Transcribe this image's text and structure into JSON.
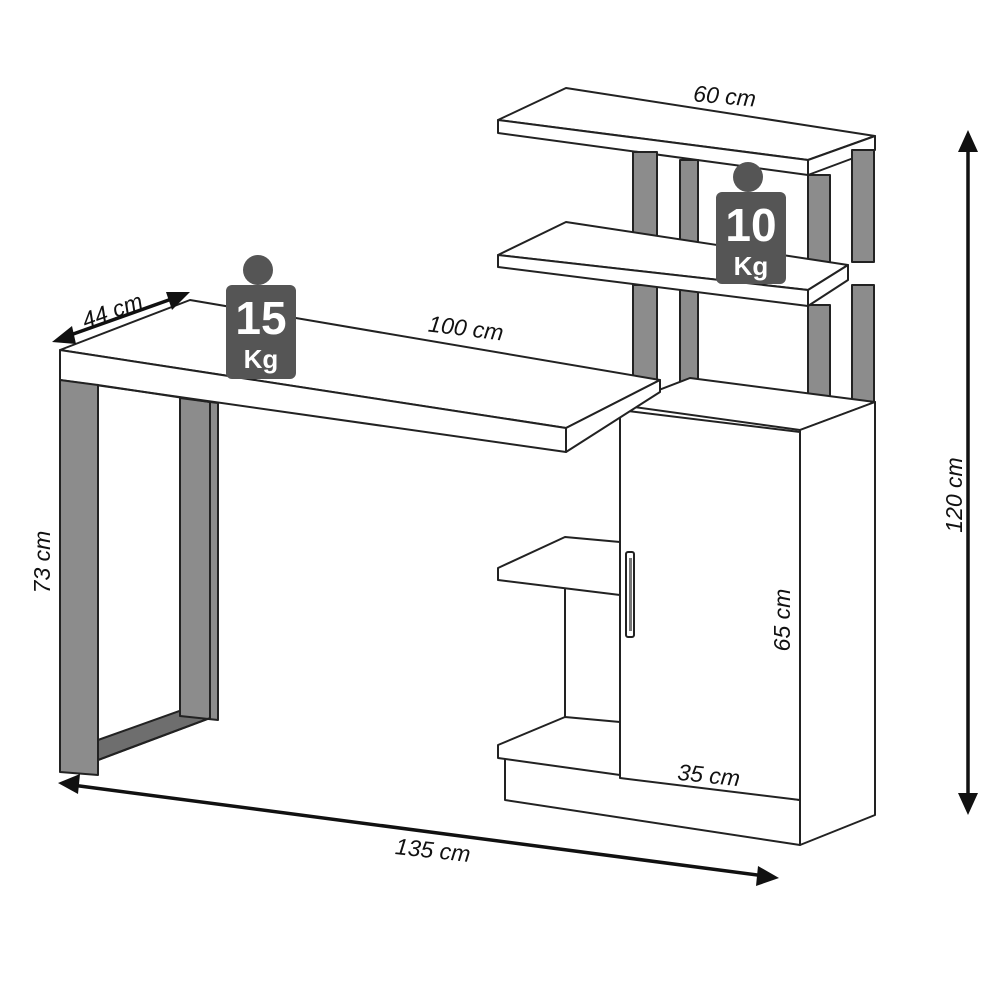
{
  "colors": {
    "metal": "#8c8c8c",
    "weight_badge": "#555555",
    "line": "#222222"
  },
  "dimensions": {
    "depth": "44 cm",
    "desk_width": "100 cm",
    "shelf_width": "60 cm",
    "desk_height": "73 cm",
    "cabinet_height": "65 cm",
    "cabinet_width": "35 cm",
    "total_height": "120 cm",
    "total_width": "135 cm"
  },
  "weights": {
    "desk": {
      "value": "15",
      "unit": "Kg"
    },
    "shelf": {
      "value": "10",
      "unit": "Kg"
    }
  },
  "icons": [
    "weight-badge-icon",
    "door-handle-icon",
    "arrow-icon"
  ]
}
